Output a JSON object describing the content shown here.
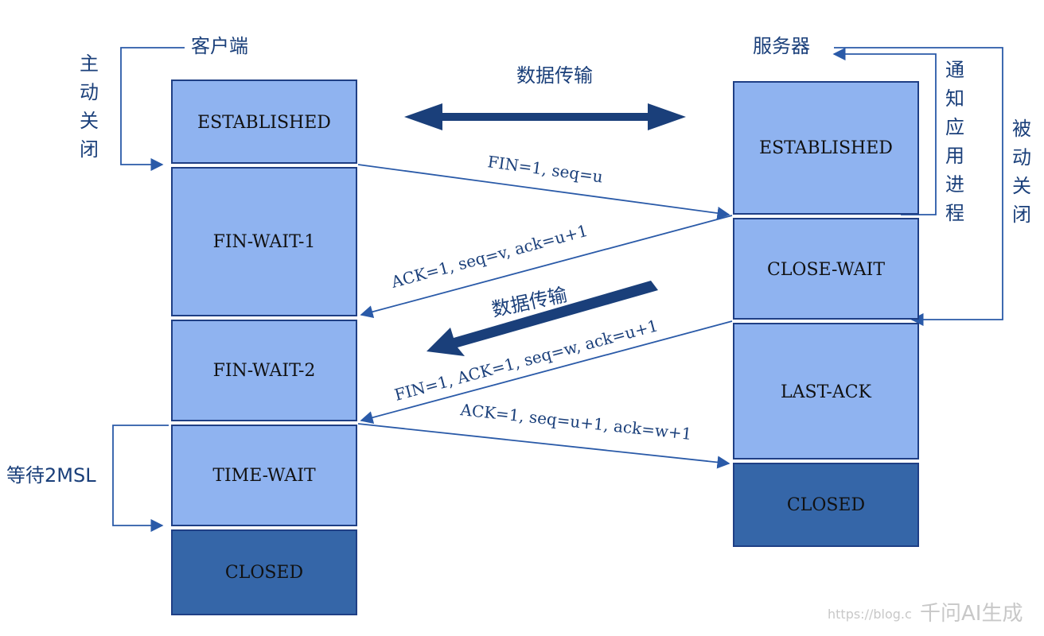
{
  "client": {
    "title": "客户端",
    "active_close": [
      "主",
      "动",
      "关",
      "闭"
    ],
    "wait_label": "等待2MSL",
    "states": [
      "ESTABLISHED",
      "FIN-WAIT-1",
      "FIN-WAIT-2",
      "TIME-WAIT",
      "CLOSED"
    ]
  },
  "server": {
    "title": "服务器",
    "notify_app": [
      "通",
      "知",
      "应",
      "用",
      "进",
      "程"
    ],
    "passive_close": [
      "被",
      "动",
      "关",
      "闭"
    ],
    "states": [
      "ESTABLISHED",
      "CLOSE-WAIT",
      "LAST-ACK",
      "CLOSED"
    ]
  },
  "data_transfer_top": "数据传输",
  "data_transfer_mid": "数据传输",
  "messages": {
    "fin1": "FIN=1,  seq=u",
    "ack1": "ACK=1, seq=v, ack=u+1",
    "fin2": "FIN=1,  ACK=1,  seq=w, ack=u+1",
    "ack2": "ACK=1, seq=u+1, ack=w+1"
  },
  "watermark": {
    "url": "https://blog.c",
    "brand": "千问AI生成"
  },
  "colors": {
    "light_state": "#8fb3f0",
    "dark_state": "#3566a8",
    "arrow": "#1a3f7a",
    "line": "#2a5aa8"
  }
}
